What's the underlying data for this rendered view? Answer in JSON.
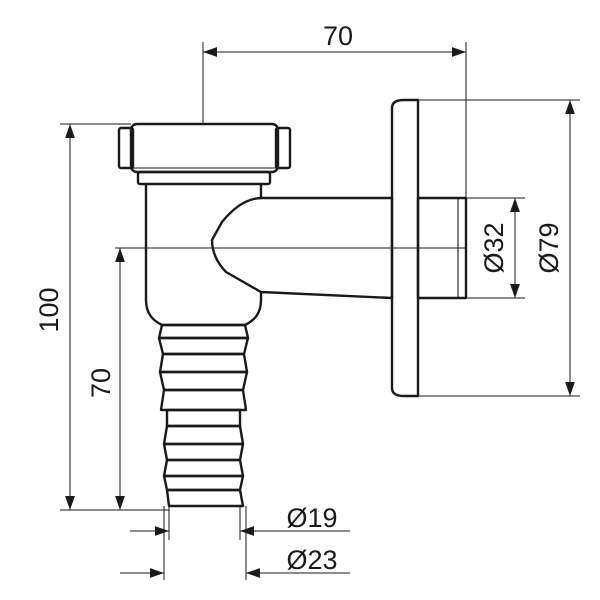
{
  "dimensions": {
    "overall_length": "70",
    "overall_height": "100",
    "inlet_height": "70",
    "outlet_diameter": "Ø32",
    "flange_diameter": "Ø79",
    "hose_inner_diameter": "Ø19",
    "hose_outer_diameter": "Ø23"
  }
}
